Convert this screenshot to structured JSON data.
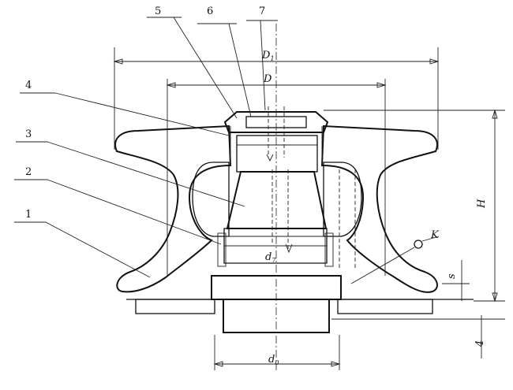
{
  "callouts": [
    "1",
    "2",
    "3",
    "4",
    "5",
    "6",
    "7"
  ],
  "dimensions": {
    "D1": "D",
    "D1_sub": "1",
    "D": "D",
    "H": "H",
    "d7": "d",
    "d7_sub": "7",
    "d0": "d",
    "d0_sub": "0",
    "s": "s",
    "K": "K",
    "bottom": "4"
  }
}
